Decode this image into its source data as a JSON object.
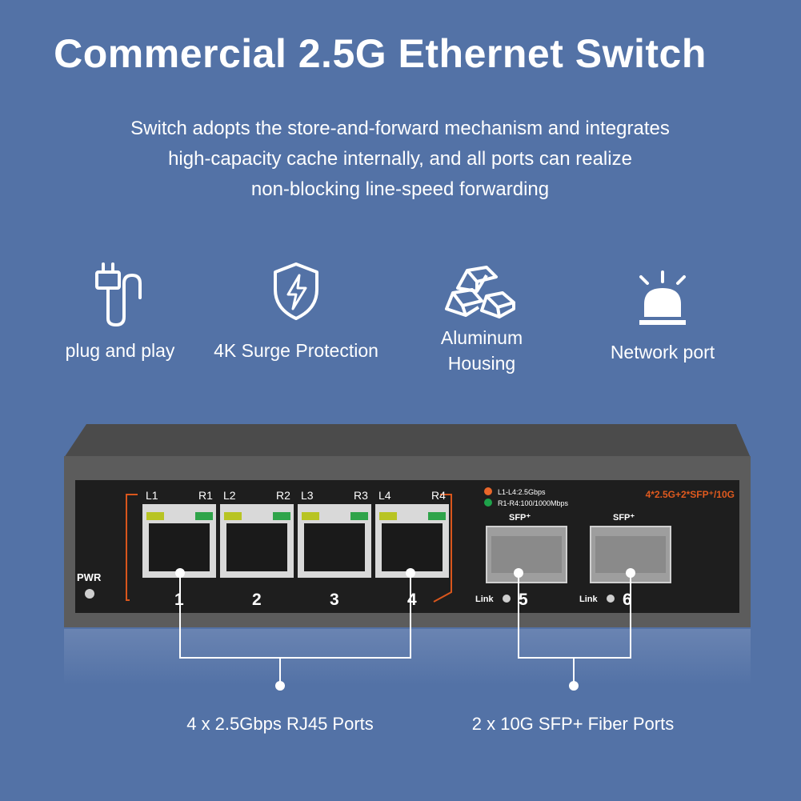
{
  "title": "Commercial 2.5G Ethernet Switch",
  "subtitle_lines": [
    "Switch adopts the store-and-forward mechanism and integrates",
    "high-capacity cache internally, and all ports can realize",
    "non-blocking line-speed forwarding"
  ],
  "features": [
    {
      "icon": "plug-icon",
      "label": "plug and play"
    },
    {
      "icon": "shield-lightning-icon",
      "label": "4K Surge Protection"
    },
    {
      "icon": "metal-ingots-icon",
      "label_lines": [
        "Aluminum",
        "Housing"
      ]
    },
    {
      "icon": "alarm-light-icon",
      "label": "Network port"
    }
  ],
  "device": {
    "rj45_ports": [
      {
        "number": "1",
        "left_led": "L1",
        "right_led": "R1"
      },
      {
        "number": "2",
        "left_led": "L2",
        "right_led": "R2"
      },
      {
        "number": "3",
        "left_led": "L3",
        "right_led": "R3"
      },
      {
        "number": "4",
        "left_led": "L4",
        "right_led": "R4"
      }
    ],
    "legend": [
      {
        "color": "#e9662a",
        "text": "L1-L4:2.5Gbps"
      },
      {
        "color": "#1ea24a",
        "text": "R1-R4:100/1000Mbps"
      }
    ],
    "model_text": "4*2.5G+2*SFP⁺/10G",
    "sfp_ports": [
      {
        "number": "5",
        "label": "SFP⁺",
        "link_label": "Link"
      },
      {
        "number": "6",
        "label": "SFP⁺",
        "link_label": "Link"
      }
    ],
    "pwr_label": "PWR",
    "colors": {
      "accent_orange": "#e05a1e",
      "body": "#5a5a5a",
      "panel": "#1c1c1c"
    }
  },
  "callouts": {
    "rj45": "4 x 2.5Gbps RJ45 Ports",
    "sfp": "2 x 10G SFP+ Fiber Ports"
  }
}
